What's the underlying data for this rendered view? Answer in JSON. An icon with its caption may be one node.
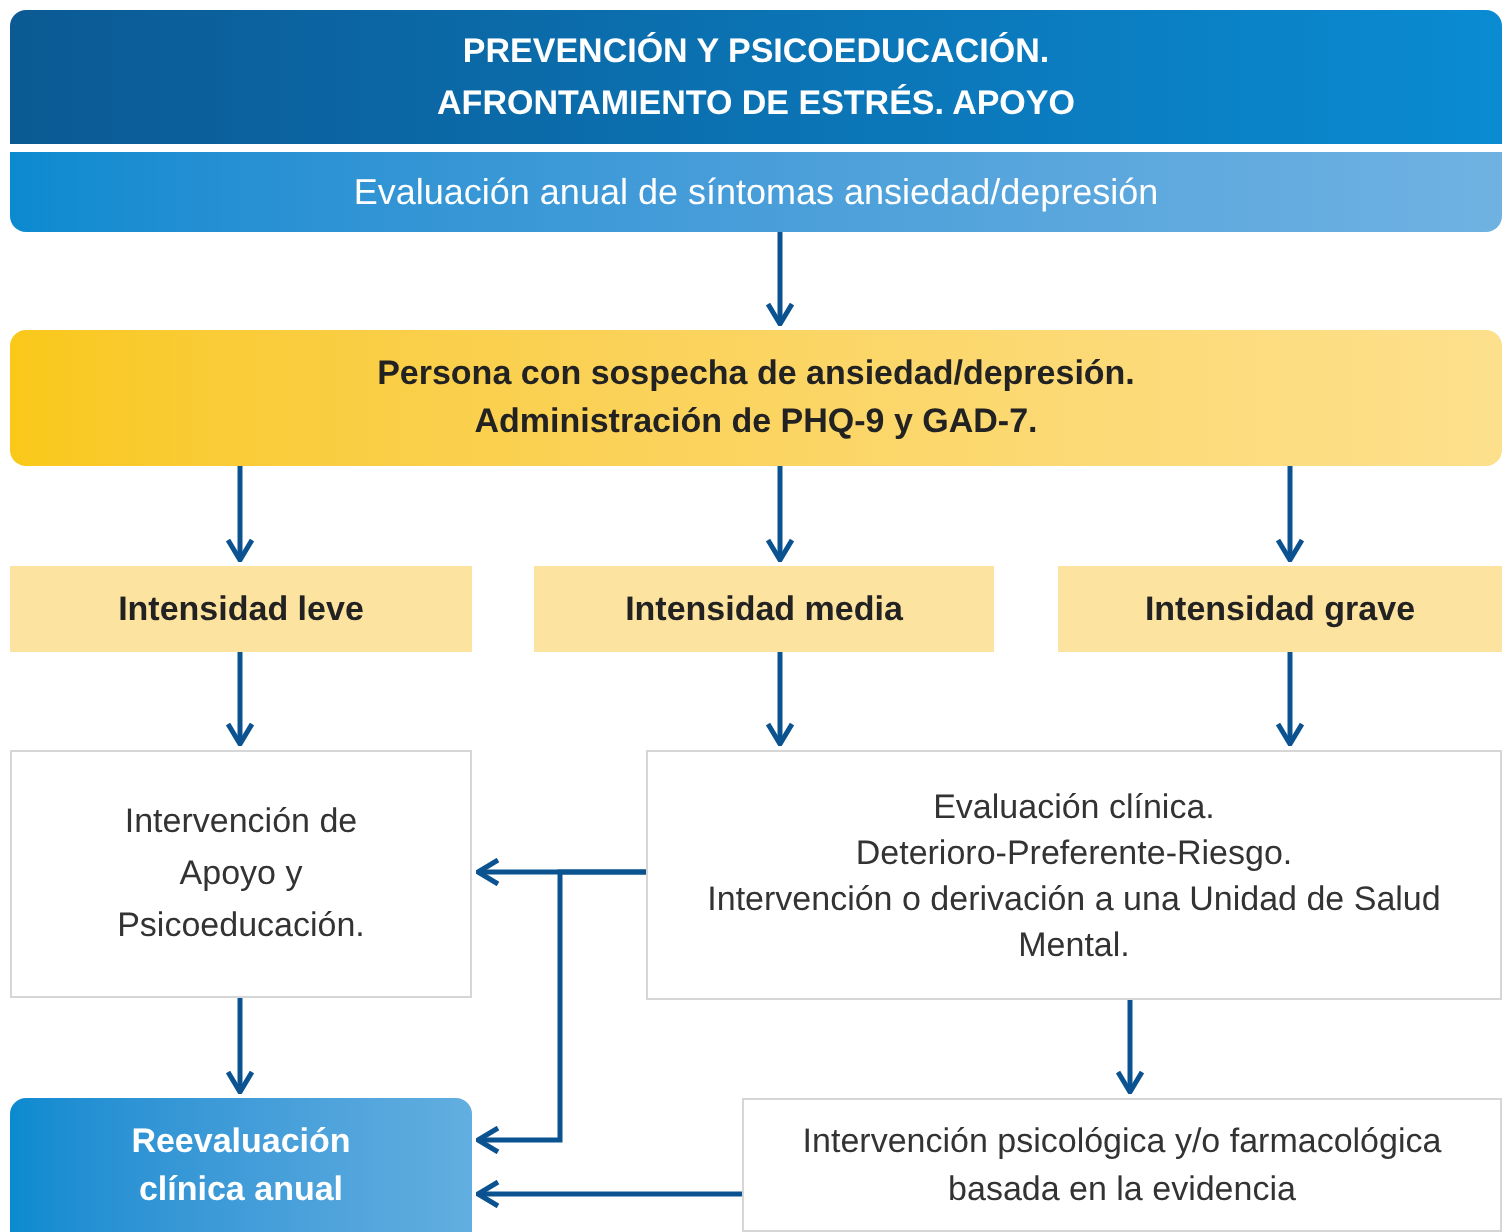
{
  "diagram": {
    "nodes": [
      {
        "text": [
          "PREVENCIÓN Y PSICOEDUCACIÓN. AFRONTAMIENTO DE ESTRÉS. APOYO"
        ]
      },
      {
        "text": [
          "Evaluación anual de síntomas ansiedad/depresión"
        ]
      },
      {
        "text": [
          "Persona con sospecha de ansiedad/depresión. Administración de PHQ-9 y GAD-7."
        ]
      },
      {
        "text": [
          "Intensidad leve"
        ]
      },
      {
        "text": [
          "Intensidad media"
        ]
      },
      {
        "text": [
          "Intensidad grave"
        ]
      },
      {
        "text": [
          "Intervención de Apoyo y Psicoeducación."
        ]
      },
      {
        "text": [
          "Evaluación clínica.",
          "Deterioro-Preferente-Riesgo.",
          "Intervención o derivación a una Unidad de Salud Mental."
        ]
      },
      {
        "text": [
          "Reevaluación clínica anual"
        ]
      },
      {
        "text": [
          "Intervención psicológica y/o farmacológica basada en la evidencia"
        ]
      }
    ],
    "edges": [
      {
        "from": 1,
        "to": 2,
        "arrow": "to"
      },
      {
        "from": 2,
        "to": 3,
        "arrow": "to"
      },
      {
        "from": 2,
        "to": 4,
        "arrow": "to"
      },
      {
        "from": 2,
        "to": 5,
        "arrow": "to"
      },
      {
        "from": 3,
        "to": 6,
        "arrow": "to"
      },
      {
        "from": 4,
        "to": 7,
        "arrow": "to"
      },
      {
        "from": 5,
        "to": 7,
        "arrow": "to"
      },
      {
        "from": 6,
        "to": 8,
        "arrow": "to"
      },
      {
        "from": 7,
        "to": 6,
        "arrow": "to"
      },
      {
        "from": 7,
        "to": 8,
        "arrow": "to"
      },
      {
        "from": 7,
        "to": 9,
        "arrow": "to"
      },
      {
        "from": 9,
        "to": 8,
        "arrow": "to"
      }
    ]
  }
}
